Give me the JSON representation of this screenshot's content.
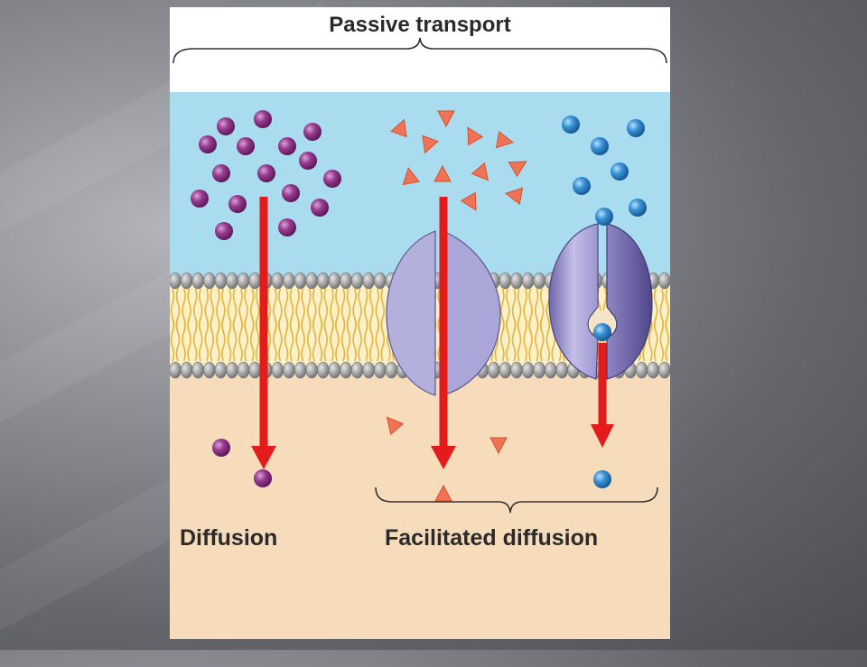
{
  "diagram": {
    "title": "Passive transport",
    "labels": {
      "diffusion": "Diffusion",
      "facilitated": "Facilitated diffusion"
    },
    "colors": {
      "extracellular": "#a9dcef",
      "cytoplasm": "#f7dcbc",
      "membrane_head": "#a4a4a4",
      "lipid_tail": "#e6c65a",
      "arrow": "#e31b1b",
      "purple_molecule": "#8b2f86",
      "triangle_molecule": "#ef7456",
      "blue_molecule": "#2f86cc",
      "channel_protein": "#b3b0dc",
      "carrier_protein": "#8f86c4"
    }
  }
}
